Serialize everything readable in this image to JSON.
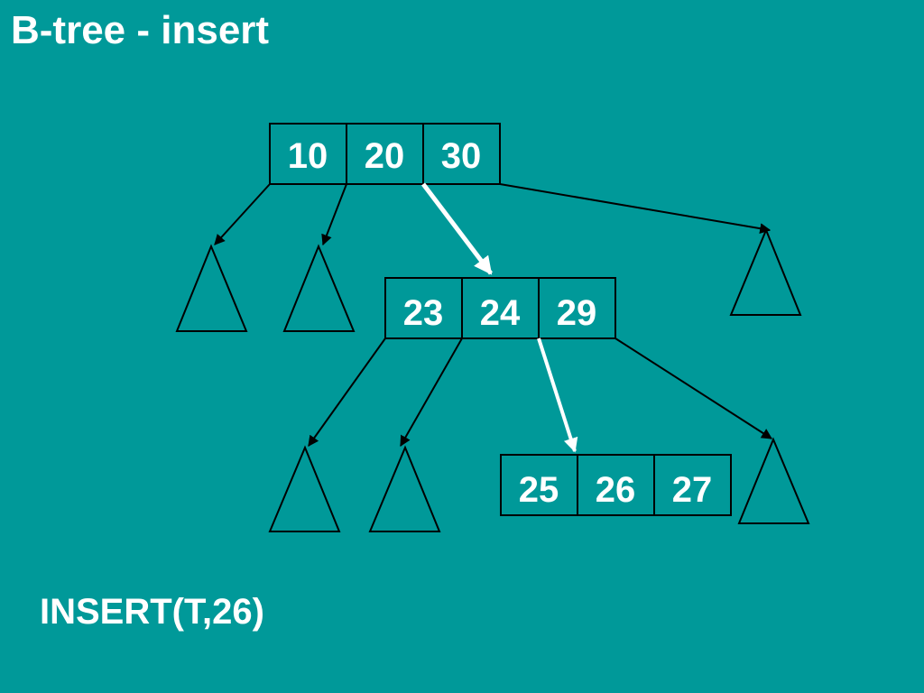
{
  "slide": {
    "title": "B-tree - insert",
    "caption": "INSERT(T,26)"
  },
  "colors": {
    "background": "#009999",
    "node_stroke": "#000000",
    "search_path_arrow": "#ffffff",
    "pointer_arrow": "#000000",
    "text": "#ffffff"
  },
  "tree": {
    "root": {
      "keys": [
        "10",
        "20",
        "30"
      ]
    },
    "internal": {
      "keys": [
        "23",
        "24",
        "29"
      ]
    },
    "leaf": {
      "keys": [
        "25",
        "26",
        "27"
      ]
    },
    "subtree_shape": "triangle"
  }
}
